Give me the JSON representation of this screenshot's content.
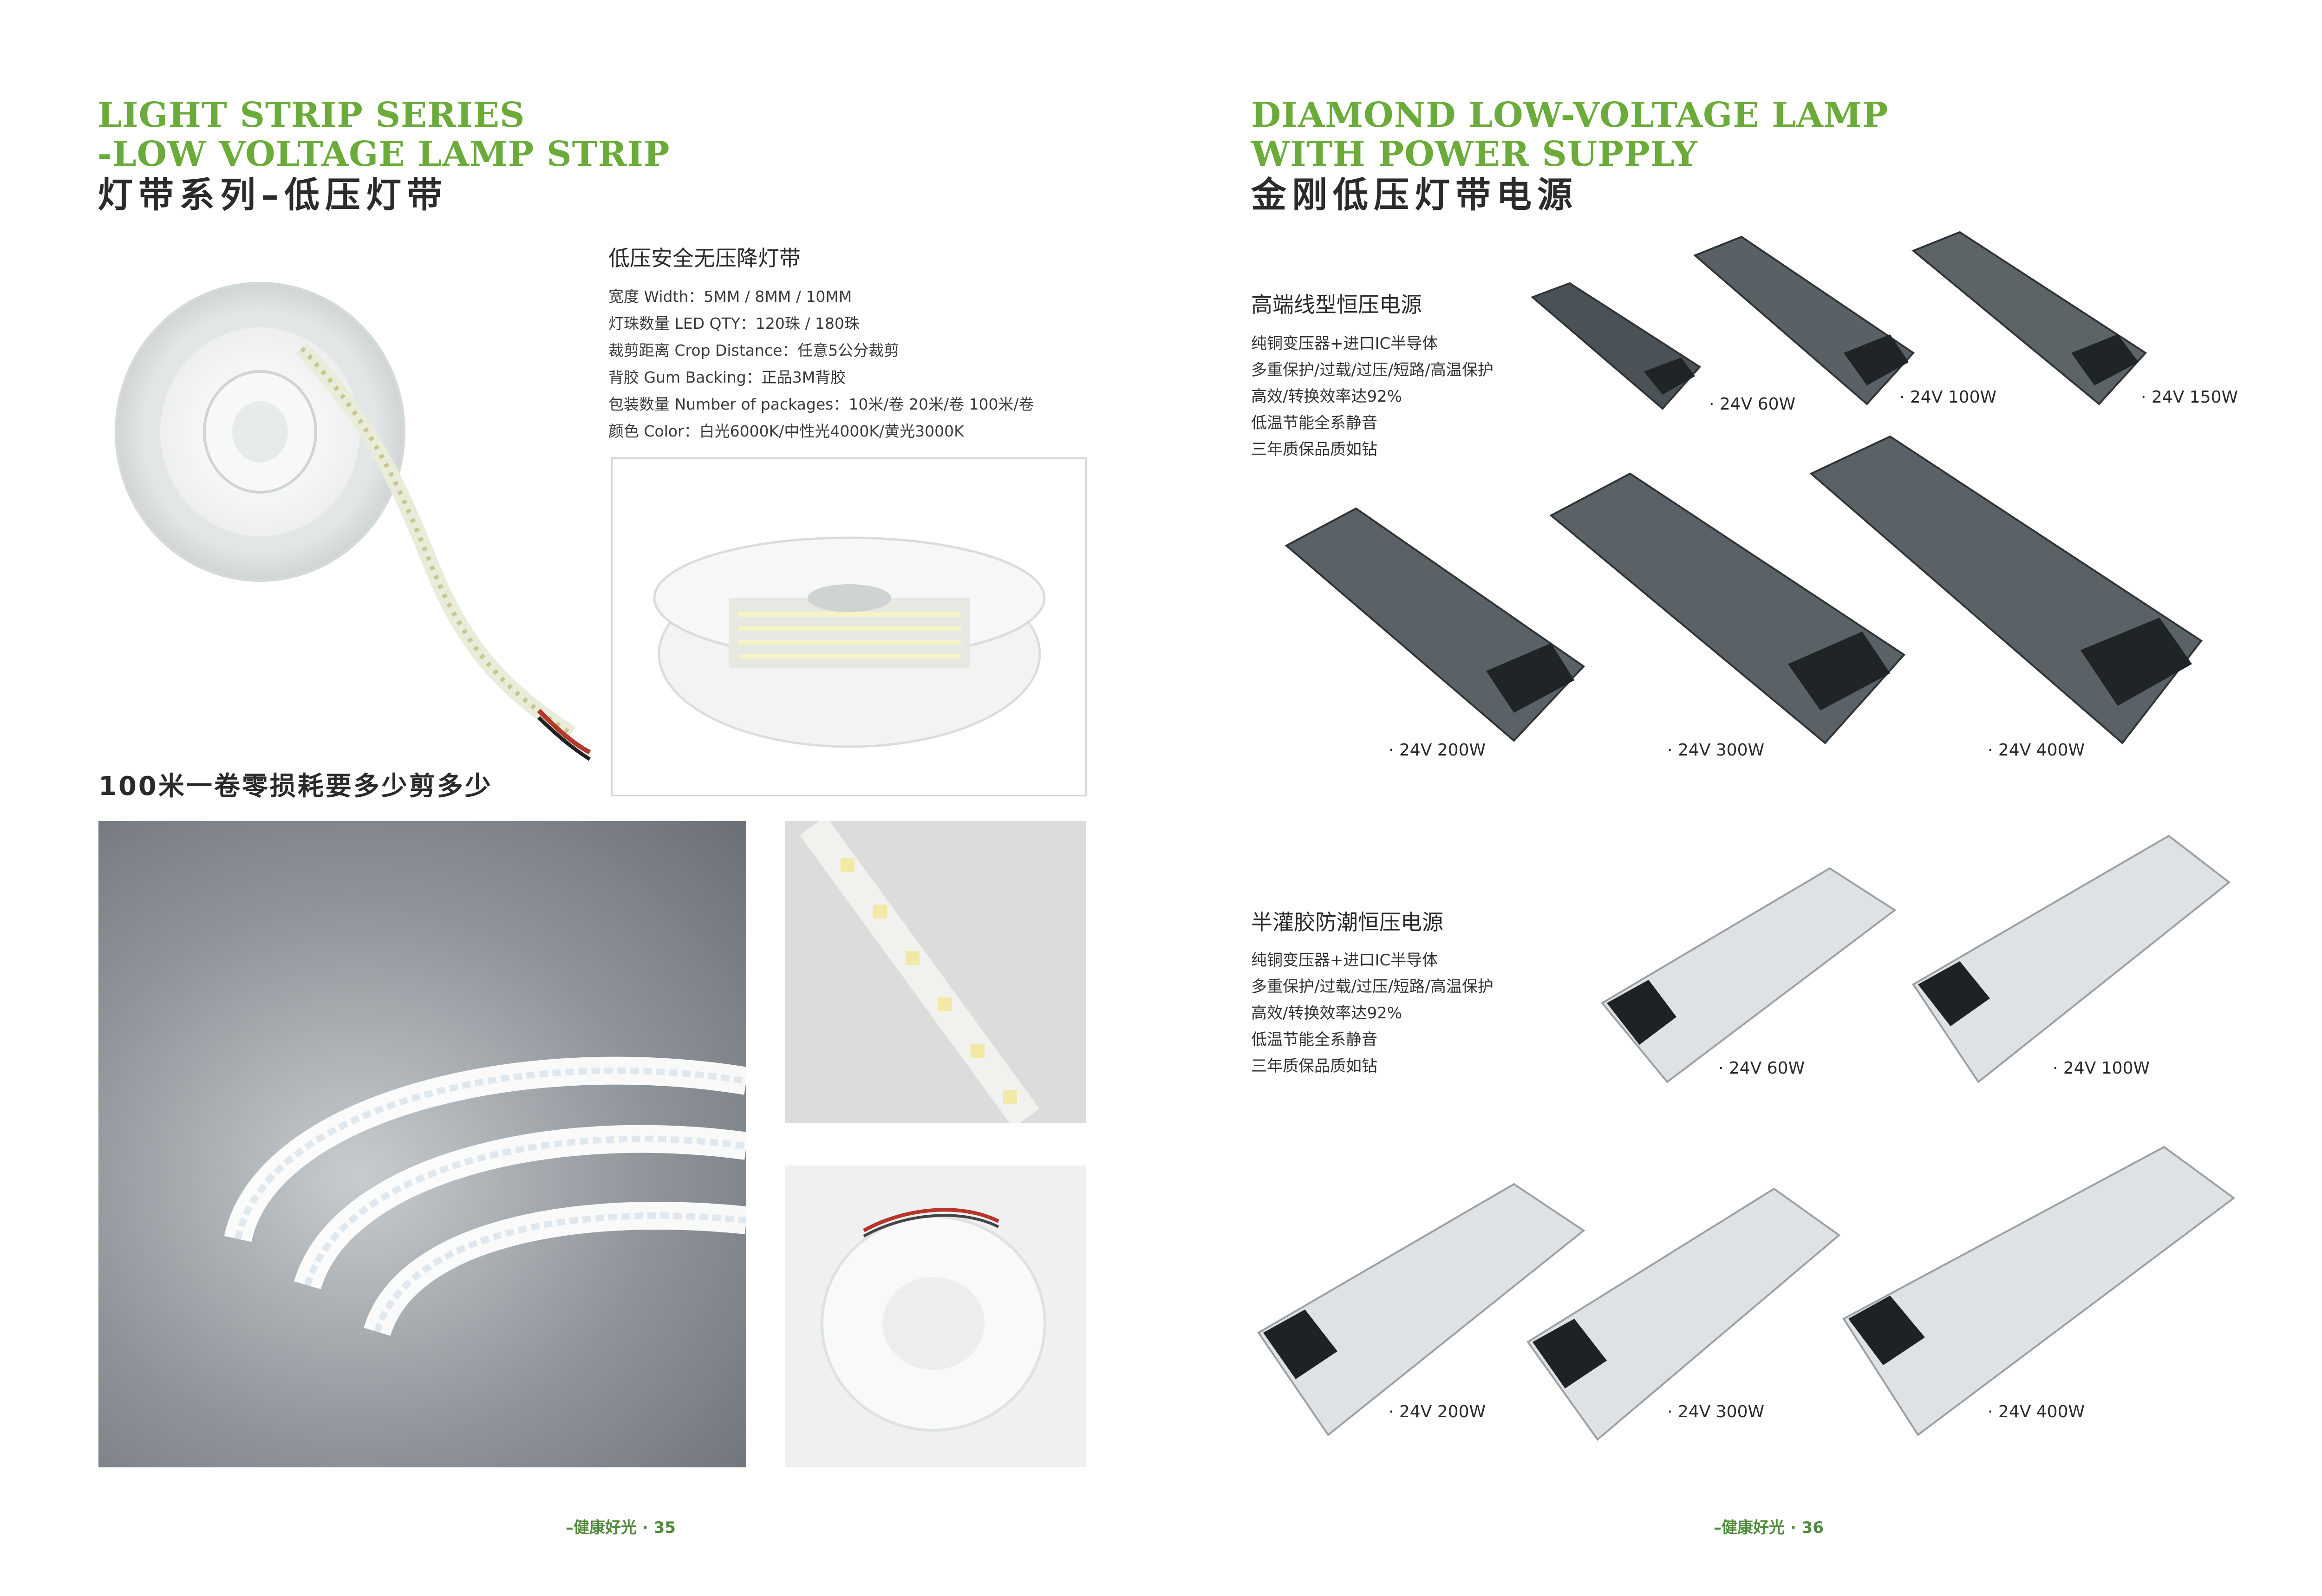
{
  "left_page": {
    "title_en_line1": "LIGHT STRIP SERIES",
    "title_en_line2": "-LOW VOLTAGE LAMP STRIP",
    "title_cn": "灯带系列–低压灯带",
    "product_name": "低压安全无压降灯带",
    "specs": [
      "宽度 Width：5MM / 8MM / 10MM",
      "灯珠数量 LED QTY：120珠 / 180珠",
      "裁剪距离 Crop Distance：任意5公分裁剪",
      "背胶 Gum Backing：正品3M背胶",
      "包装数量 Number of packages：10米/卷  20米/卷  100米/卷",
      "颜色 Color：白光6000K/中性光4000K/黄光3000K"
    ],
    "section_head": "100米一卷零损耗要多少剪多少",
    "footer": "–健康好光 · 35"
  },
  "right_page": {
    "title_en_line1": "DIAMOND LOW-VOLTAGE LAMP",
    "title_en_line2": "WITH POWER SUPPLY",
    "title_cn": "金刚低压灯带电源",
    "group1": {
      "name": "高端线型恒压电源",
      "features": [
        "纯铜变压器+进口IC半导体",
        "多重保护/过载/过压/短路/高温保护",
        "高效/转换效率达92%",
        "低温节能全系静音",
        "三年质保品质如钻"
      ],
      "labels": [
        "· 24V 60W",
        "· 24V 100W",
        "· 24V 150W",
        "· 24V 200W",
        "· 24V 300W",
        "· 24V 400W"
      ]
    },
    "group2": {
      "name": "半灌胶防潮恒压电源",
      "features": [
        "纯铜变压器+进口IC半导体",
        "多重保护/过载/过压/短路/高温保护",
        "高效/转换效率达92%",
        "低温节能全系静音",
        "三年质保品质如钻"
      ],
      "labels": [
        "· 24V 60W",
        "· 24V 100W",
        "· 24V 200W",
        "· 24V 300W",
        "· 24V 400W"
      ]
    },
    "footer": "–健康好光 · 36"
  }
}
